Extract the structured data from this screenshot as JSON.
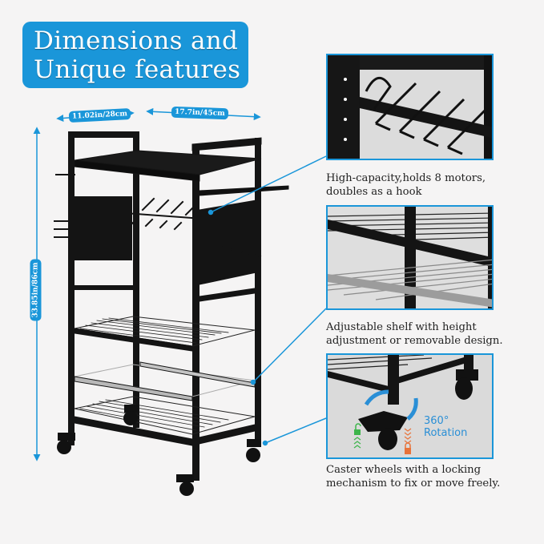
{
  "header": {
    "title_line1": "Dimensions and",
    "title_line2": "Unique features"
  },
  "dimensions": {
    "depth": "11.02in/28cm",
    "width": "17.7in/45cm",
    "height": "33.85in/86cm"
  },
  "features": [
    {
      "id": "hook-rack",
      "caption_line1": "High-capacity,holds 8 motors,",
      "caption_line2": "doubles as a hook"
    },
    {
      "id": "adjustable-shelf",
      "caption_line1": "Adjustable shelf with height",
      "caption_line2": "adjustment or removable design."
    },
    {
      "id": "caster-wheels",
      "caption_line1": "Caster wheels with a locking",
      "caption_line2": "mechanism to fix or move freely.",
      "badge_line1": "360°",
      "badge_line2": "Rotation"
    }
  ],
  "colors": {
    "accent": "#1a96d9",
    "background": "#f5f4f4",
    "frame": "#141414",
    "unlock": "#3cb54a",
    "lock": "#e8733a"
  },
  "icons": [
    "lock-open-icon",
    "lock-closed-icon",
    "rotation-arrow-icon"
  ]
}
